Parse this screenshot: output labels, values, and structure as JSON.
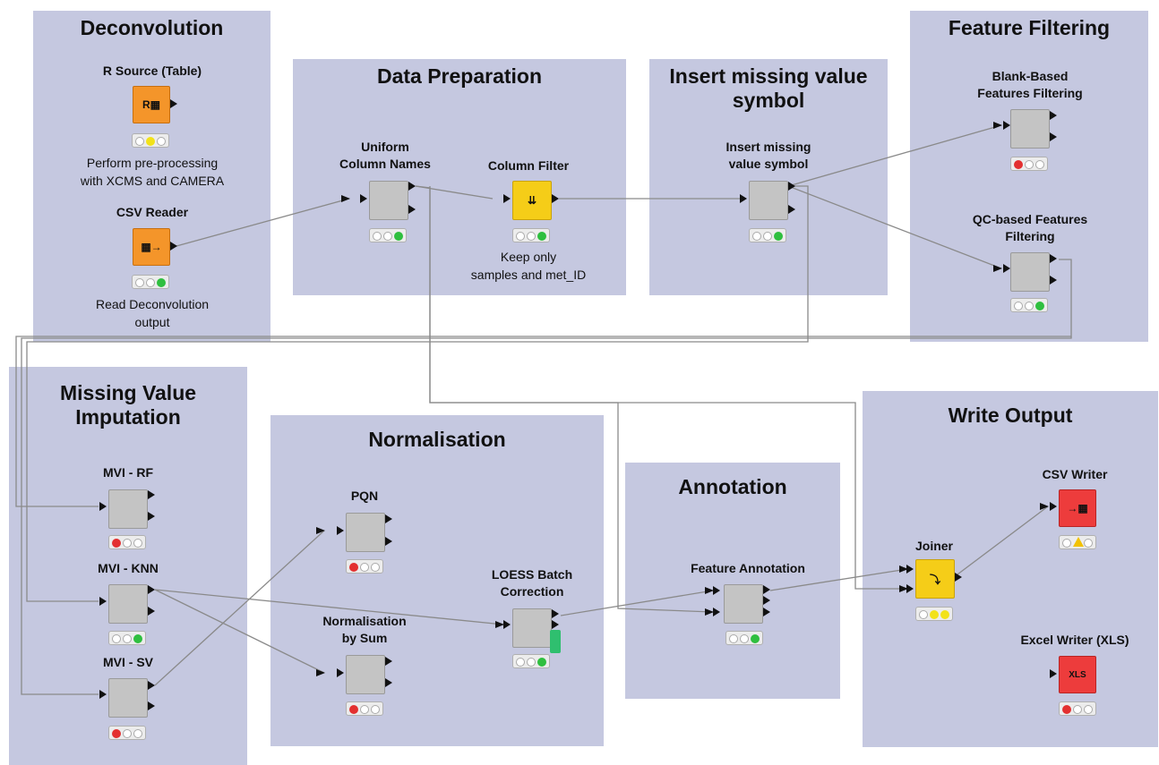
{
  "annotations": {
    "deconvolution": {
      "title": "Deconvolution"
    },
    "data_preparation": {
      "title": "Data Preparation"
    },
    "insert_missing": {
      "title": "Insert missing value\nsymbol"
    },
    "feature_filtering": {
      "title": "Feature Filtering"
    },
    "missing_value_imputation": {
      "title": "Missing Value\nImputation"
    },
    "normalisation": {
      "title": "Normalisation"
    },
    "annotation": {
      "title": "Annotation"
    },
    "write_output": {
      "title": "Write Output"
    }
  },
  "nodes": {
    "r_source": {
      "label": "R Source (Table)",
      "comment": "Perform pre-processing\nwith XCMS and CAMERA",
      "status": [
        "off",
        "yellow",
        "off"
      ]
    },
    "csv_reader": {
      "label": "CSV Reader",
      "comment": "Read Deconvolution\noutput",
      "status": [
        "off",
        "off",
        "green"
      ]
    },
    "uniform_column_names": {
      "label": "Uniform\nColumn Names",
      "status": [
        "off",
        "off",
        "green"
      ]
    },
    "column_filter": {
      "label": "Column Filter",
      "comment": "Keep only\nsamples and met_ID",
      "status": [
        "off",
        "off",
        "green"
      ]
    },
    "insert_missing_value_symbol": {
      "label": "Insert missing\nvalue symbol",
      "status": [
        "off",
        "off",
        "green"
      ]
    },
    "blank_based_filtering": {
      "label": "Blank-Based\nFeatures Filtering",
      "status": [
        "red",
        "off",
        "off"
      ]
    },
    "qc_based_filtering": {
      "label": "QC-based Features\nFiltering",
      "status": [
        "off",
        "off",
        "green"
      ]
    },
    "mvi_rf": {
      "label": "MVI - RF",
      "status": [
        "red",
        "off",
        "off"
      ]
    },
    "mvi_knn": {
      "label": "MVI - KNN",
      "status": [
        "off",
        "off",
        "green"
      ]
    },
    "mvi_sv": {
      "label": "MVI - SV",
      "status": [
        "red",
        "off",
        "off"
      ]
    },
    "pqn": {
      "label": "PQN",
      "status": [
        "red",
        "off",
        "off"
      ]
    },
    "normalisation_by_sum": {
      "label": "Normalisation\nby Sum",
      "status": [
        "red",
        "off",
        "off"
      ]
    },
    "loess_batch_correction": {
      "label": "LOESS Batch\nCorrection",
      "status": [
        "off",
        "off",
        "green"
      ]
    },
    "feature_annotation": {
      "label": "Feature Annotation",
      "status": [
        "off",
        "off",
        "green"
      ]
    },
    "joiner": {
      "label": "Joiner",
      "status": [
        "off",
        "yellow",
        "yellow"
      ]
    },
    "csv_writer": {
      "label": "CSV Writer",
      "status": [
        "off",
        "warning",
        "off"
      ]
    },
    "excel_writer": {
      "label": "Excel Writer (XLS)",
      "status": [
        "red",
        "off",
        "off"
      ]
    }
  },
  "icon_glyphs": {
    "excel_writer": "XLS"
  },
  "colors": {
    "annotation_bg": "#c5c8e0",
    "source_node": "#f4952a",
    "manipulator_node": "#f5cd18",
    "sink_node": "#ed3c3c",
    "meta_node": "#c4c4c4",
    "status_green": "#2fbf3f",
    "status_yellow": "#f2e21a",
    "status_red": "#e33030"
  }
}
